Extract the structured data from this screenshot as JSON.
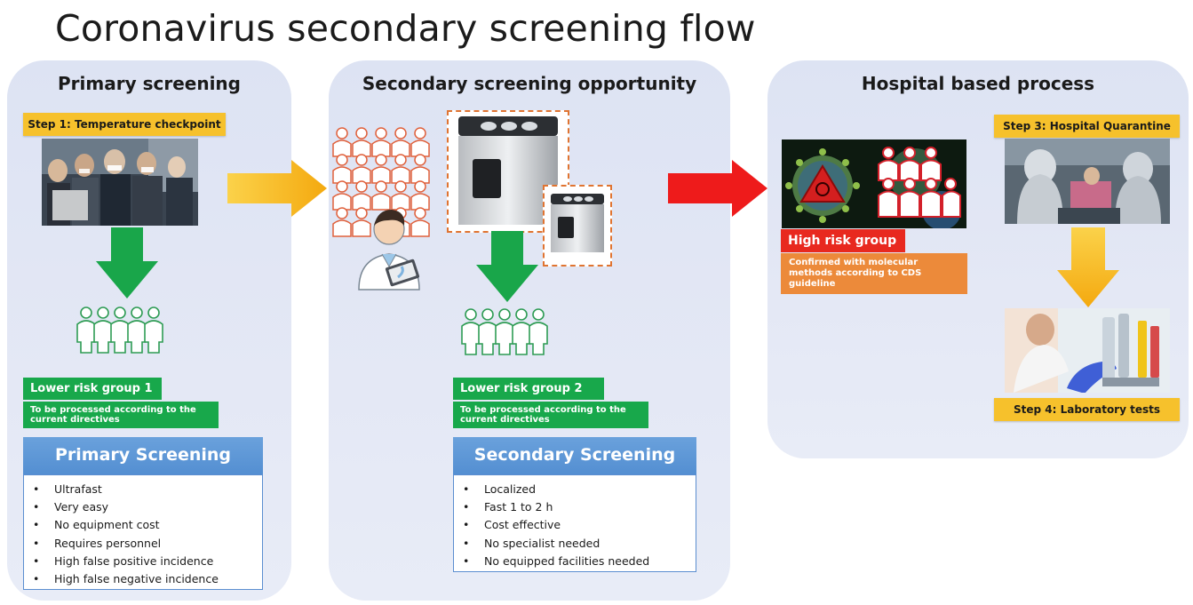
{
  "title": "Coronavirus secondary screening flow",
  "primary": {
    "heading": "Primary screening",
    "step1": "Step 1: Temperature checkpoint",
    "group_title": "Lower risk group 1",
    "group_body": "To be processed according to  the current directives",
    "method_title": "Primary Screening Method",
    "method_items": [
      "Ultrafast",
      "Very easy",
      "No equipment cost",
      "Requires personnel",
      "High false positive incidence",
      "High false negative incidence"
    ]
  },
  "secondary": {
    "heading": "Secondary screening opportunity",
    "group_title": "Lower risk group 2",
    "group_body": "To be processed according to  the current directives",
    "method_title": "Secondary Screening Method",
    "method_items": [
      "Localized",
      "Fast 1 to 2 h",
      "Cost effective",
      "No specialist needed",
      "No equipped facilities needed"
    ]
  },
  "hospital": {
    "heading": "Hospital based process",
    "high_risk": "High risk group",
    "confirmed": "Confirmed with molecular methods according to CDS guideline",
    "step3": "Step 3: Hospital Quarantine",
    "step4": "Step 4: Laboratory tests"
  },
  "bullet": "•",
  "icons": [
    "people-group-icon",
    "doctor-icon",
    "device-icon",
    "virus-icon",
    "arrow-right-icon",
    "arrow-down-icon"
  ],
  "colors": {
    "step_yellow": "#f6c12c",
    "group_green": "#18a84b",
    "high_risk_red": "#e8291f",
    "confirm_orange": "#ec8a3a",
    "method_blue": "#4a87cf",
    "arrow_yellow": "#f8b91c",
    "arrow_red": "#ee1b1b",
    "arrow_green": "#19a64a"
  }
}
